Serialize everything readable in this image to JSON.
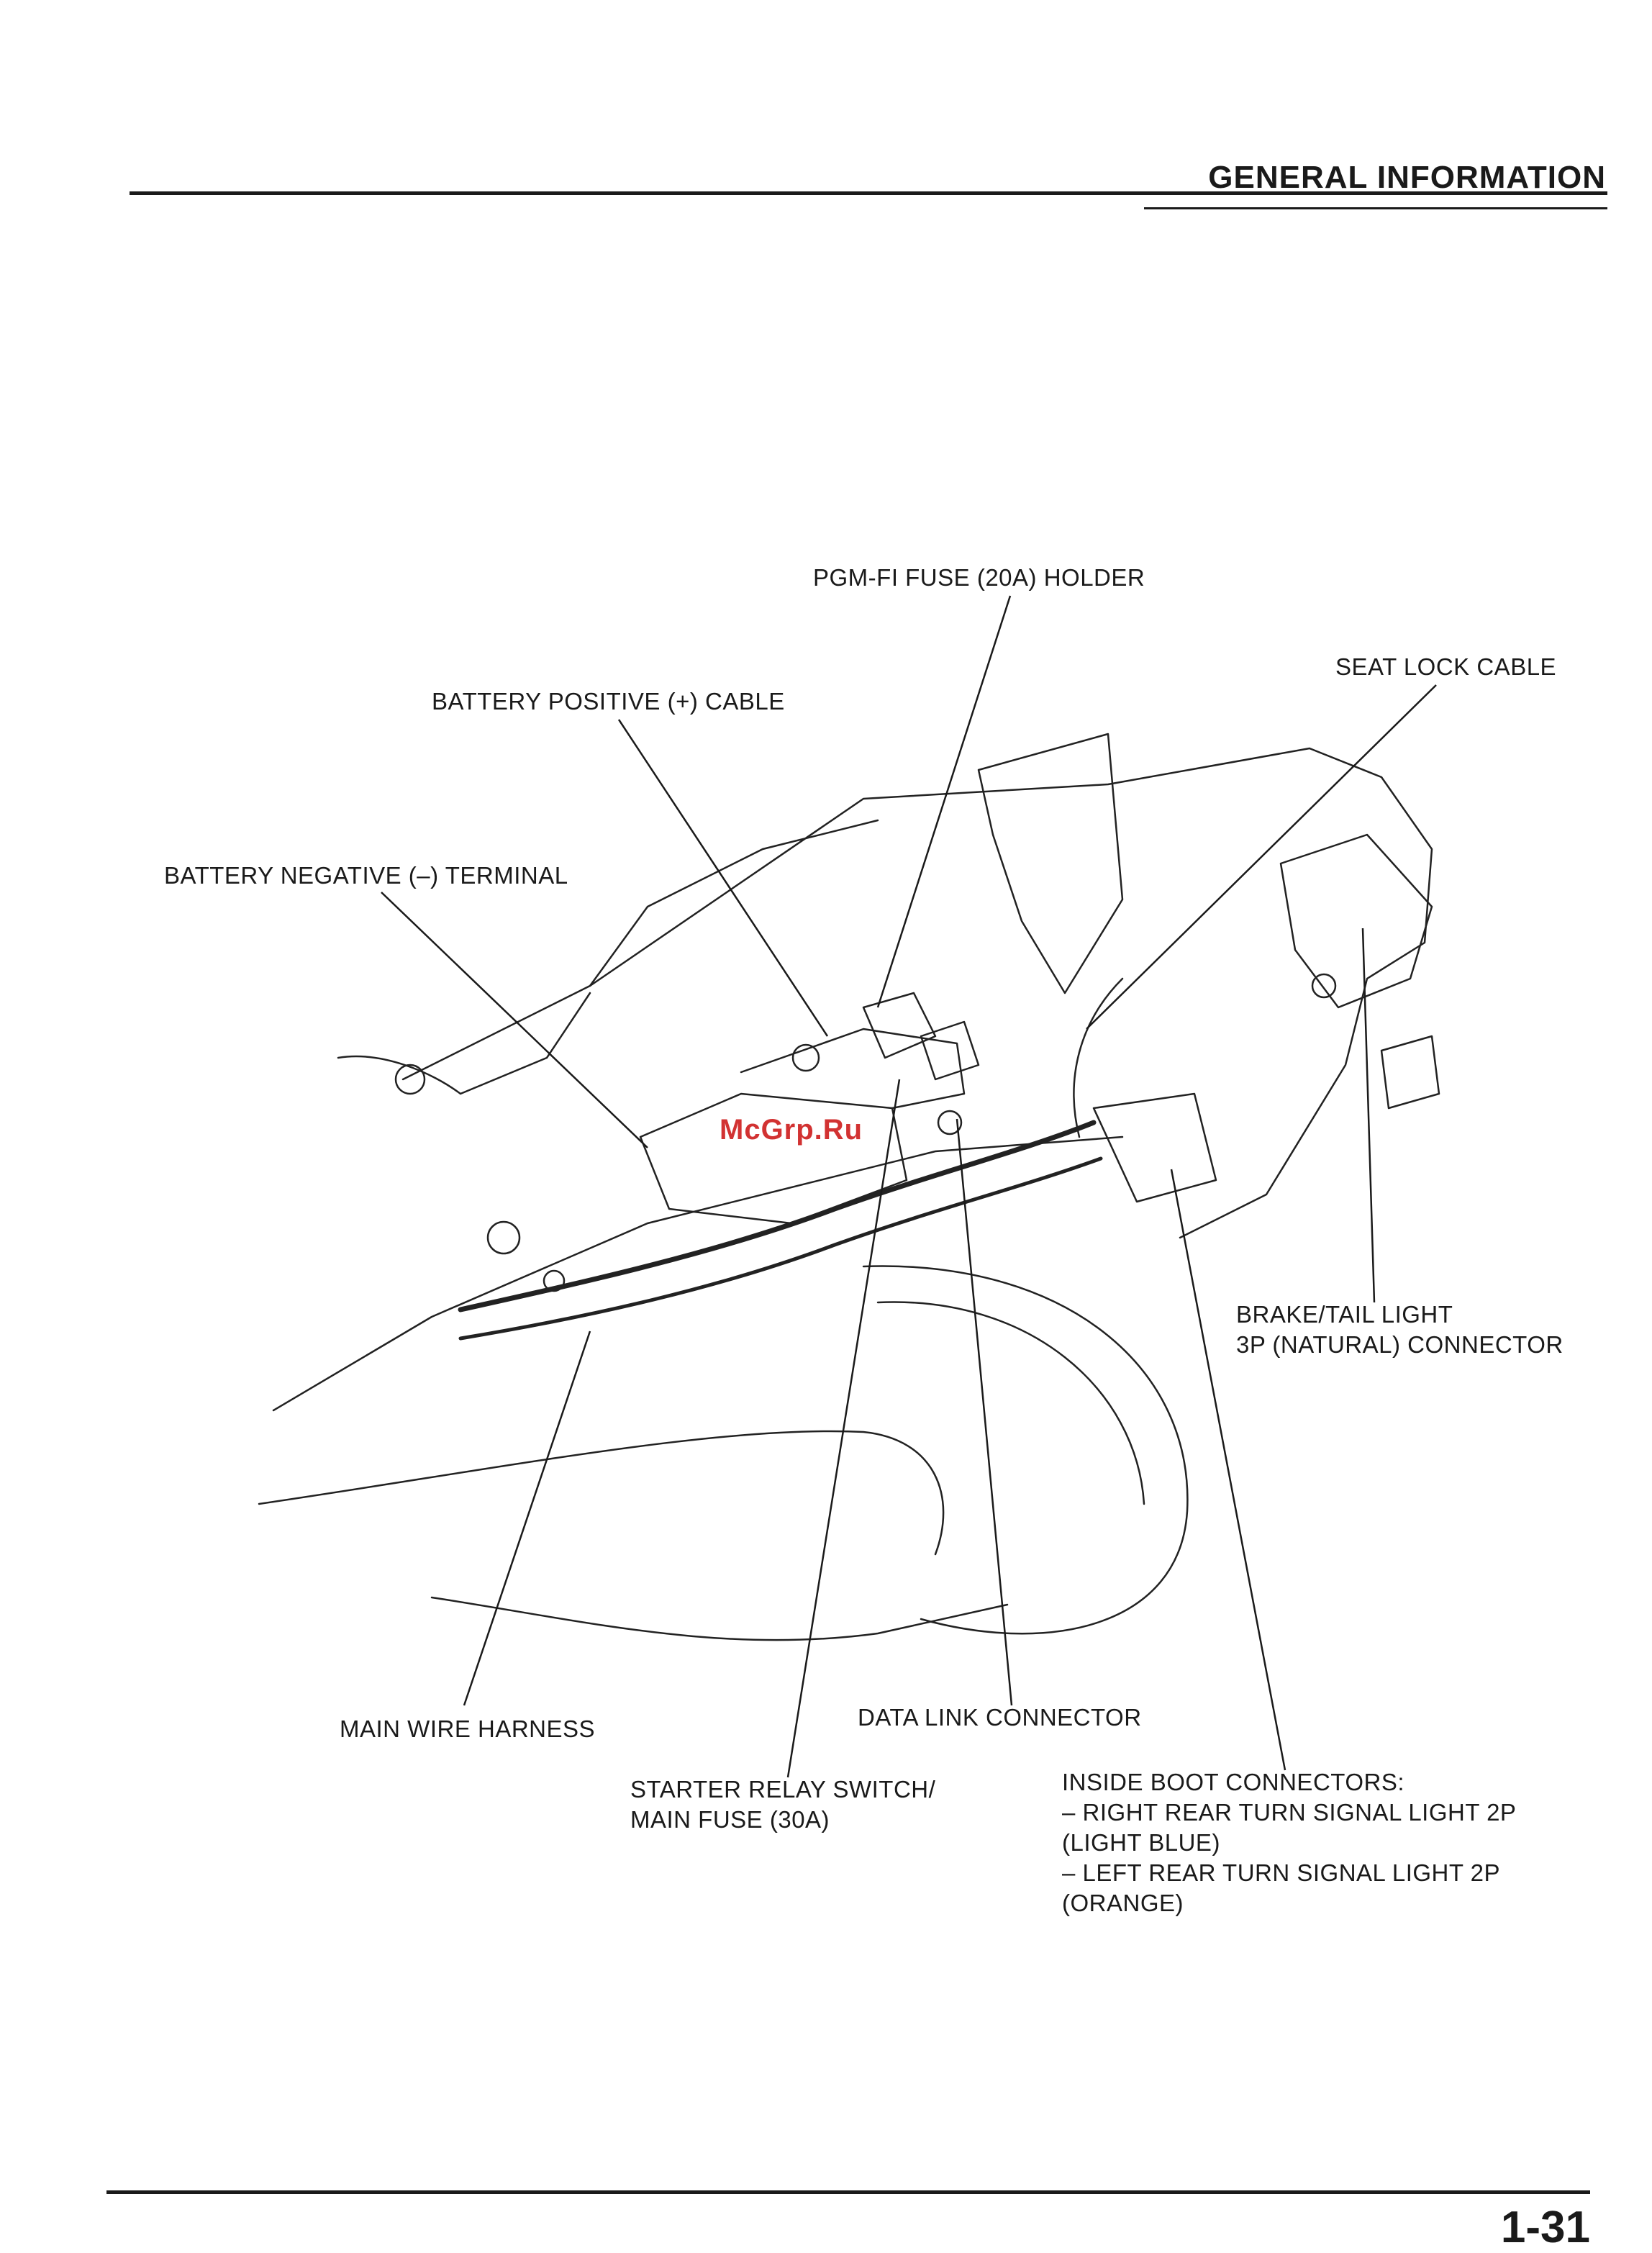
{
  "header": {
    "section_title": "GENERAL INFORMATION"
  },
  "watermark": "McGrp.Ru",
  "callouts": {
    "pgm_fi_fuse_holder": "PGM-FI FUSE (20A) HOLDER",
    "seat_lock_cable": "SEAT LOCK CABLE",
    "battery_positive_cable": "BATTERY POSITIVE (+) CABLE",
    "battery_negative_terminal": "BATTERY NEGATIVE (–) TERMINAL",
    "brake_tail_light_connector": [
      "BRAKE/TAIL LIGHT",
      "3P (NATURAL) CONNECTOR"
    ],
    "main_wire_harness": "MAIN WIRE HARNESS",
    "data_link_connector": "DATA LINK CONNECTOR",
    "starter_relay_switch": [
      "STARTER RELAY SWITCH/",
      "MAIN FUSE (30A)"
    ],
    "inside_boot_connectors": [
      "INSIDE BOOT CONNECTORS:",
      "– RIGHT REAR TURN SIGNAL LIGHT 2P",
      "(LIGHT BLUE)",
      "– LEFT REAR TURN SIGNAL LIGHT 2P",
      "(ORANGE)"
    ]
  },
  "footer": {
    "page_number": "1-31"
  }
}
